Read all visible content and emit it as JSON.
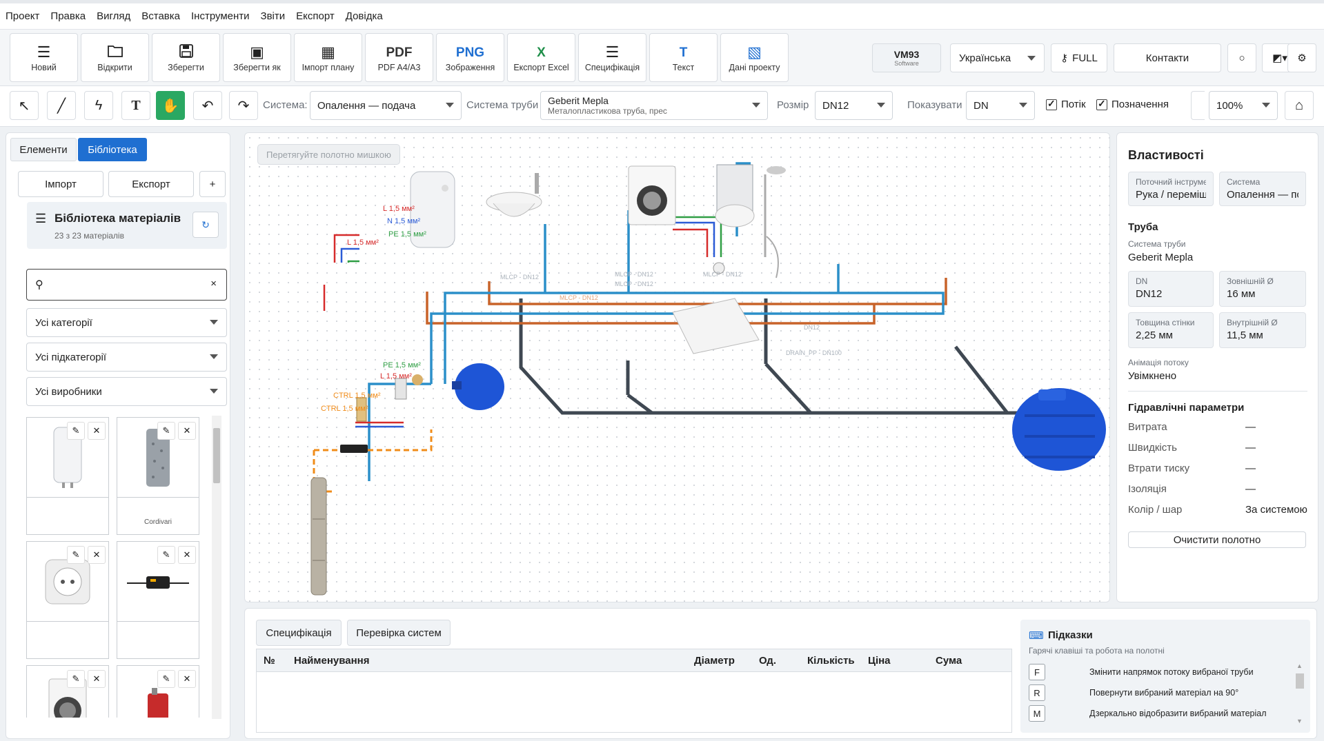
{
  "menu": [
    "Проект",
    "Правка",
    "Вигляд",
    "Вставка",
    "Інструменти",
    "Звіти",
    "Експорт",
    "Довідка"
  ],
  "toolbar": {
    "new": "Новий",
    "open": "Відкрити",
    "save": "Зберегти",
    "save_as": "Зберегти як",
    "import_plan": "Імпорт плану",
    "pdf_title": "PDF",
    "pdf_sub": "PDF A4/A3",
    "png_title": "PNG",
    "png_sub": "Зображення",
    "excel_title": "X",
    "excel_sub": "Експорт Excel",
    "spec": "Специфікація",
    "text_title": "T",
    "text_sub": "Текст",
    "project_data": "Дані проекту",
    "brand_name": "VM93",
    "brand_sub": "Software",
    "language": "Українська",
    "full": "FULL",
    "contacts": "Контакти"
  },
  "toolbar2": {
    "system_label": "Система:",
    "system_value": "Опалення — подача",
    "pipe_system_label": "Система труби",
    "pipe_system_name": "Geberit  Mepla",
    "pipe_system_desc": "Металопластикова труба, прес",
    "size_label": "Розмір",
    "size_value": "DN12",
    "show_label": "Показувати",
    "show_value": "DN",
    "flow_label": "Потік",
    "marks_label": "Позначення",
    "zoom_value": "100%"
  },
  "left": {
    "tab_elements": "Елементи",
    "tab_library": "Бібліотека",
    "import": "Імпорт",
    "export": "Експорт",
    "add": "+",
    "lib_title": "Бібліотека матеріалів",
    "lib_count": "23 з 23 матеріалів",
    "clear": "×",
    "cat": "Усі категорії",
    "subcat": "Усі підкатегорії",
    "maker": "Усі виробники",
    "card2_caption": "Cordivari"
  },
  "canvas": {
    "drag_hint": "Перетягуйте полотно мишкою",
    "labels": {
      "l1": "L 1,5 мм²",
      "n1": "N 1,5 мм²",
      "pe1": "PE 1,5 мм²",
      "l2": "L 1,5 мм²",
      "pe2": "PE 1,5 мм²",
      "l3": "L 1,5 мм²",
      "ctrl1": "CTRL 1,5 мм²",
      "ctrl2": "CTRL 1,5 мм²",
      "mlcp1": "MLCP - DN12",
      "mlcp2": "MLCP - DN12",
      "mlcp3": "MLCP - DN12",
      "mlcp4": "MLCP - DN12",
      "mlcp5": "MLCP - DN12",
      "dn12": "DN12",
      "drain": "DRAIN_PP - DN100"
    }
  },
  "props": {
    "title": "Властивості",
    "tool_label": "Поточний інструмент",
    "tool_value": "Рука / переміщення",
    "system_label": "Система",
    "system_value": "Опалення — подача",
    "pipe_title": "Труба",
    "pipe_system_label": "Система труби",
    "pipe_system_value": "Geberit Mepla",
    "dn_label": "DN",
    "dn_value": "DN12",
    "outer_label": "Зовнішній Ø",
    "outer_value": "16 мм",
    "wall_label": "Товщина стінки",
    "wall_value": "2,25 мм",
    "inner_label": "Внутрішній Ø",
    "inner_value": "11,5 мм",
    "anim_label": "Анімація потоку",
    "anim_value": "Увімкнено",
    "hyd_title": "Гідравлічні параметри",
    "flow": "Витрата",
    "flow_v": "—",
    "speed": "Швидкість",
    "speed_v": "—",
    "loss": "Втрати тиску",
    "loss_v": "—",
    "insul": "Ізоляція",
    "insul_v": "—",
    "color": "Колір / шар",
    "color_v": "За системою",
    "clear_btn": "Очистити полотно"
  },
  "bottom": {
    "tab_spec": "Специфікація",
    "tab_check": "Перевірка систем",
    "cols": {
      "no": "№",
      "name": "Найменування",
      "diam": "Діаметр",
      "unit": "Од.",
      "qty": "Кількість",
      "price": "Ціна",
      "sum": "Сума"
    },
    "hints_title": "Підказки",
    "hints_sub": "Гарячі клавіші та робота на полотні",
    "hints": [
      {
        "key": "F",
        "text": "Змінити напрямок потоку вибраної труби"
      },
      {
        "key": "R",
        "text": "Повернути вибраний матеріал на 90°"
      },
      {
        "key": "M",
        "text": "Дзеркально відобразити вибраний матеріал"
      }
    ]
  },
  "colors": {
    "accent": "#1f6fd1",
    "active_tool": "#2aa862",
    "pipe_blue": "#2b8fc9",
    "pipe_orange": "#c8632a",
    "drain": "#3f4852",
    "tank_blue": "#1e55d6"
  }
}
